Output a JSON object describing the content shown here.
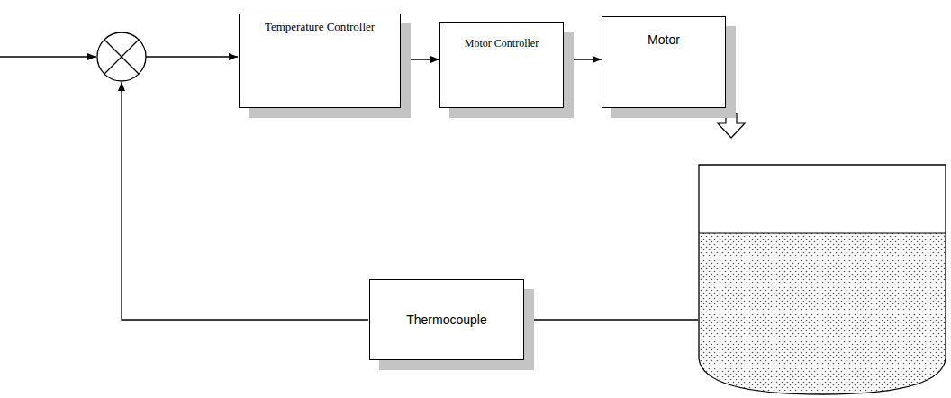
{
  "diagram": {
    "nodes": [
      {
        "text": [
          "Temperature Controller"
        ]
      },
      {
        "text": [
          "Motor Controller"
        ]
      },
      {
        "text": [
          "Motor"
        ]
      },
      {
        "text": [
          "Thermocouple"
        ]
      }
    ],
    "edges": [
      {
        "from": 0,
        "to": 1,
        "arrow": "to"
      },
      {
        "from": 1,
        "to": 2,
        "arrow": "to"
      }
    ]
  }
}
